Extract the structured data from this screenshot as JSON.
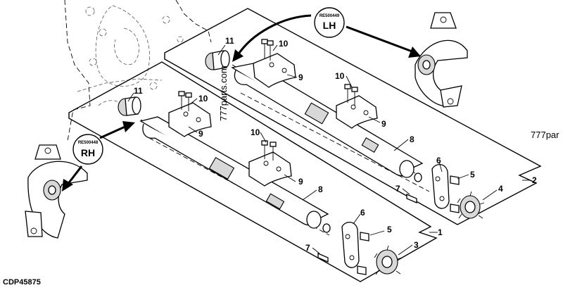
{
  "figure_code": "CDP45875",
  "watermark_text": "777parts.com",
  "watermark_edge": "777par",
  "callouts": {
    "c1": "1",
    "c2": "2",
    "c3": "3",
    "c4": "4",
    "c5": "5",
    "c6": "6",
    "c7": "7",
    "c8": "8",
    "c9": "9",
    "c10": "10",
    "c11": "11"
  },
  "left_hand": {
    "tag": "LH",
    "part_number": "RE500449"
  },
  "right_hand": {
    "tag": "RH",
    "part_number": "RE500448"
  }
}
